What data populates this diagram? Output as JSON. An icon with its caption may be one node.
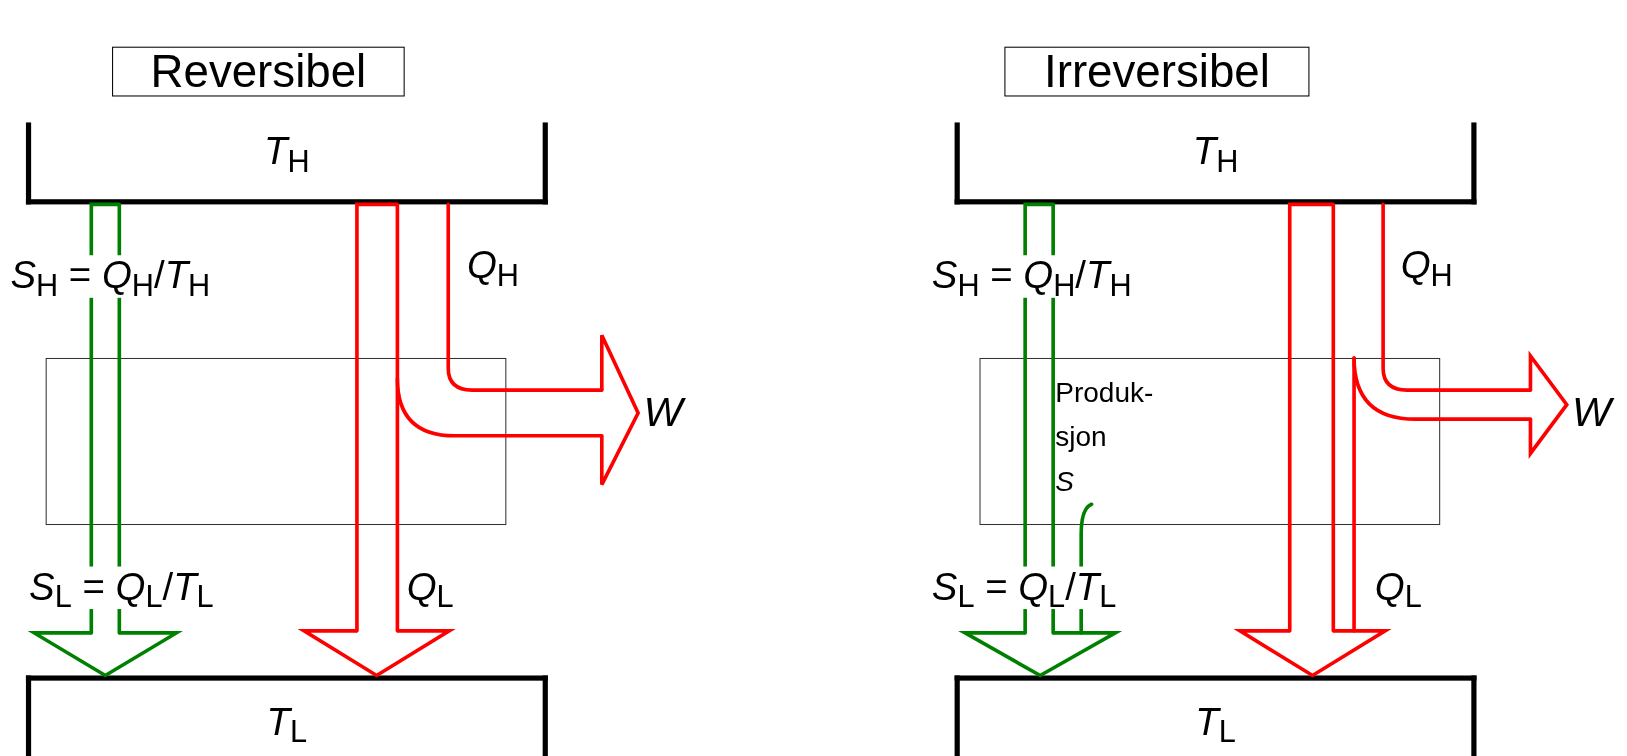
{
  "diagram": {
    "nodes": [
      {
        "text": [
          "Reversibel"
        ]
      },
      {
        "text": [
          "*T*$_{H}$"
        ]
      },
      {
        "text": [
          "*T*$_{L}$"
        ]
      },
      {
        "text": [
          "W"
        ]
      },
      {
        "text": [
          "Irreversibel"
        ]
      },
      {
        "text": [
          "*T*$_{H}$"
        ]
      },
      {
        "text": [
          "Produk- sjon",
          "S"
        ]
      },
      {
        "text": [
          "*T*$_{L}$"
        ]
      },
      {
        "text": [
          "W"
        ]
      }
    ],
    "edges": [
      {
        "from": 1,
        "to": 2,
        "arrow": "to",
        "color": "#008000"
      },
      {
        "from": 1,
        "to": 2,
        "arrow": "to",
        "label": "*Q*$_{L}$"
      },
      {
        "from": 1,
        "to": 3,
        "arrow": "to",
        "label": "*Q*$_{H}$"
      },
      {
        "from": 5,
        "to": 7,
        "arrow": "to",
        "color": "#008000"
      },
      {
        "from": 6,
        "to": 7,
        "arrow": "none",
        "color": "#008000"
      },
      {
        "from": 5,
        "to": 7,
        "arrow": "to",
        "label": "*Q*$_{L}$"
      },
      {
        "from": 5,
        "to": 8,
        "arrow": "to",
        "label": "*Q*$_{H}$"
      }
    ],
    "labels": [
      "*S*$_{H}$ = *Q*$_{H}$/*T*$_{H}$",
      "*S*$_{H}$ = *Q*$_{H}$/*T*$_{H}$",
      "*S*$_{L}$ = *Q*$_{L}$/*T*$_{L}$",
      "*S*$_{L}$ = *Q*$_{L}$/*T*$_{L}$"
    ]
  }
}
